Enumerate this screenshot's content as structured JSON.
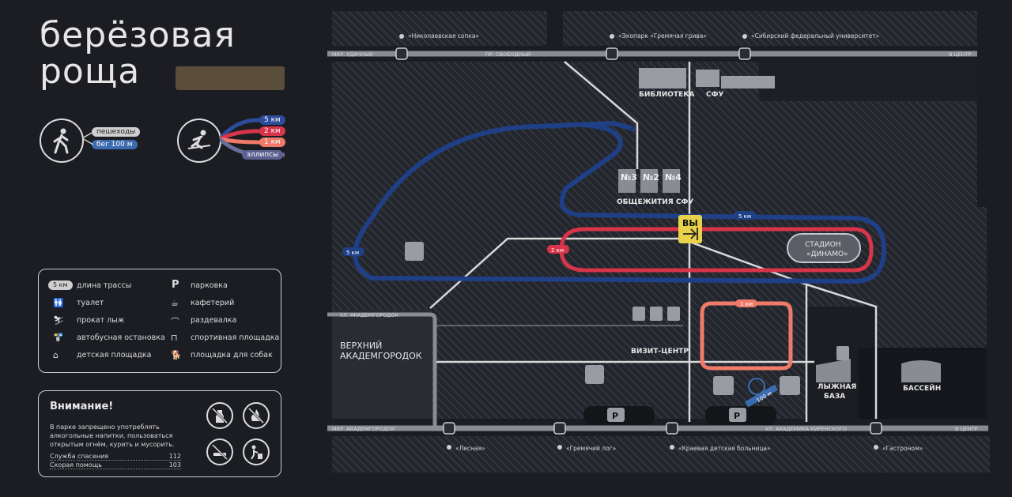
{
  "title": {
    "line1": "берёзовая",
    "line2": "роща"
  },
  "modes": {
    "pedestrians": "пешеходы",
    "run": "бег 100 м",
    "km5": "5 км",
    "km2": "2 км",
    "km1": "1 км",
    "ellipses": "эллипсы"
  },
  "legend": {
    "track_badge": "5 км",
    "track_length": "длина трассы",
    "toilet": "туалет",
    "ski_rental": "прокат лыж",
    "bus_stop": "автобусная остановка",
    "playground": "детская площадка",
    "parking_symbol": "P",
    "parking": "парковка",
    "cafe": "кафетерий",
    "cloakroom": "раздевалка",
    "sports_ground": "спортивная площадка",
    "dog_area": "площадка для собак"
  },
  "warning": {
    "title": "Внимание!",
    "text": "В парке запрещено употреблять алкогольные напитки, пользоваться открытым огнём, курить и мусорить.",
    "rescue_label": "Служба спасения",
    "rescue_number": "112",
    "ambulance_label": "Скорая помощь",
    "ambulance_number": "103"
  },
  "map": {
    "street_top_left": "МКР. УДАЧНЫЙ",
    "street_top_mid": "ПР. СВОБОДНЫЙ",
    "to_center_top": "В ЦЕНТР",
    "stop_nikolaevskaya": "«Николаевская сопка»",
    "stop_ecopark": "«Экопарк «Гремячая грива»",
    "stop_sfu": "«Сибирский федеральный университет»",
    "library": "БИБЛИОТЕКА",
    "sfu": "СФУ",
    "dorm3": "№3",
    "dorm2": "№2",
    "dorm4": "№4",
    "dorms": "ОБЩЕЖИТИЯ СФУ",
    "exit": "ВЫ",
    "km5_label": "5 км",
    "km5_label_left": "5 км",
    "km2_label": "2 км",
    "km1_label": "1 км",
    "stadium_line1": "СТАДИОН",
    "stadium_line2": "«ДИНАМО»",
    "street_akadem": "УЛ. АКАДЕМГОРОДОК",
    "upper_akadem_line1": "ВЕРХНИЙ",
    "upper_akadem_line2": "АКАДЕМГОРОДОК",
    "visit_center": "ВИЗИТ-ЦЕНТР",
    "ski_base_line1": "ЛЫЖНАЯ",
    "ski_base_line2": "БАЗА",
    "pool": "БАССЕЙН",
    "run100": "100 м",
    "parking1": "P",
    "parking2": "P",
    "street_bottom_left": "МКР. АКАДЕМГОРОДОК",
    "street_bottom_right": "УЛ. АКАДЕМИКА КИРЕНСКОГО",
    "to_center_bottom": "В ЦЕНТР",
    "stop_lesnaya": "«Лесная»",
    "stop_gremyachiy": "«Гремячий лог»",
    "stop_hospital": "«Краевая детская больница»",
    "stop_gastronom": "«Гастроном»"
  },
  "colors": {
    "blue_route": "#1f3f86",
    "red_route": "#d8344a",
    "salmon_route": "#f07a6a",
    "panel_bg": "#1b1d23",
    "map_hatch": "#3a3d45",
    "road": "#8a8c94",
    "exit_yellow": "#e8d24a"
  }
}
